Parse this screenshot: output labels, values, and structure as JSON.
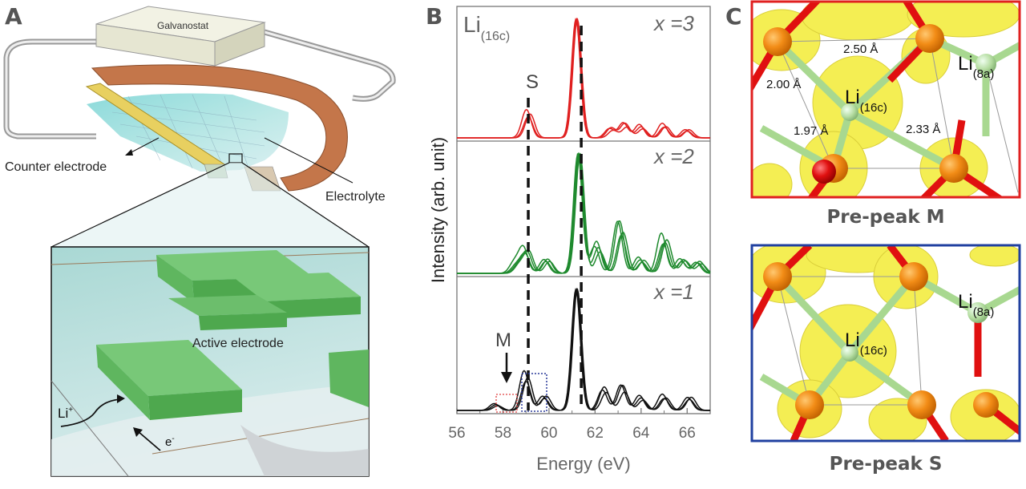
{
  "panels": {
    "a": {
      "letter": "A",
      "galvanostat": "Galvanostat",
      "counter_electrode": "Counter electrode",
      "electrolyte": "Electrolyte",
      "active_electrode": "Active electrode",
      "li_ion": "Li",
      "li_ion_sup": "+",
      "electron": "e",
      "electron_sup": "-"
    },
    "b": {
      "letter": "B",
      "site_main": "Li",
      "site_sub": "(16c)",
      "label_s": "S",
      "label_m": "M",
      "x3": "x =3",
      "x2": "x =2",
      "x1": "x =1"
    },
    "c": {
      "letter": "C",
      "caption_top": "Pre-peak M",
      "caption_bottom": "Pre-peak S",
      "li8a_main": "Li",
      "li8a_sub": "(8a)",
      "li16c_main": "Li",
      "li16c_sub": "(16c)",
      "d1": "2.50 Å",
      "d2": "2.00 Å",
      "d3": "1.97 Å",
      "d4": "2.33 Å",
      "colors": {
        "top_frame": "#e02020",
        "bottom_frame": "#2040a0",
        "isosurface": "#f4ee4a",
        "oxygen": "#e01010",
        "metal": "#f08010",
        "lithium": "#a8d890"
      }
    }
  },
  "chart_data": {
    "type": "line",
    "xlabel": "Energy (eV)",
    "ylabel": "Intensity (arb. unit)",
    "xlim": [
      56,
      67
    ],
    "xticks": [
      56,
      58,
      60,
      62,
      64,
      66
    ],
    "grid": false,
    "reference_lines": [
      {
        "label": "S",
        "x": 59.1
      },
      {
        "label": "",
        "x": 61.4
      }
    ],
    "annotations": [
      {
        "label": "M",
        "x": 57.8
      }
    ],
    "series": [
      {
        "group": "x =3",
        "color": "#e02020",
        "curves": 3,
        "peaks": [
          [
            59.1,
            0.22
          ],
          [
            61.2,
            1.0
          ],
          [
            62.7,
            0.08
          ],
          [
            63.3,
            0.12
          ],
          [
            64.0,
            0.1
          ],
          [
            65.0,
            0.11
          ],
          [
            66.0,
            0.07
          ]
        ]
      },
      {
        "group": "x =2",
        "color": "#1f8a2e",
        "curves": 4,
        "peaks": [
          [
            58.6,
            0.08
          ],
          [
            59.0,
            0.2
          ],
          [
            59.9,
            0.12
          ],
          [
            61.3,
            1.0
          ],
          [
            62.1,
            0.25
          ],
          [
            63.1,
            0.42
          ],
          [
            64.0,
            0.12
          ],
          [
            65.0,
            0.3
          ],
          [
            65.8,
            0.12
          ],
          [
            66.5,
            0.1
          ]
        ]
      },
      {
        "group": "x =1",
        "color": "#111111",
        "curves": 3,
        "peaks": [
          [
            57.7,
            0.05
          ],
          [
            59.0,
            0.3
          ],
          [
            59.8,
            0.12
          ],
          [
            61.2,
            1.0
          ],
          [
            62.4,
            0.18
          ],
          [
            63.2,
            0.2
          ],
          [
            64.0,
            0.11
          ],
          [
            65.0,
            0.12
          ],
          [
            66.1,
            0.11
          ]
        ]
      }
    ]
  }
}
